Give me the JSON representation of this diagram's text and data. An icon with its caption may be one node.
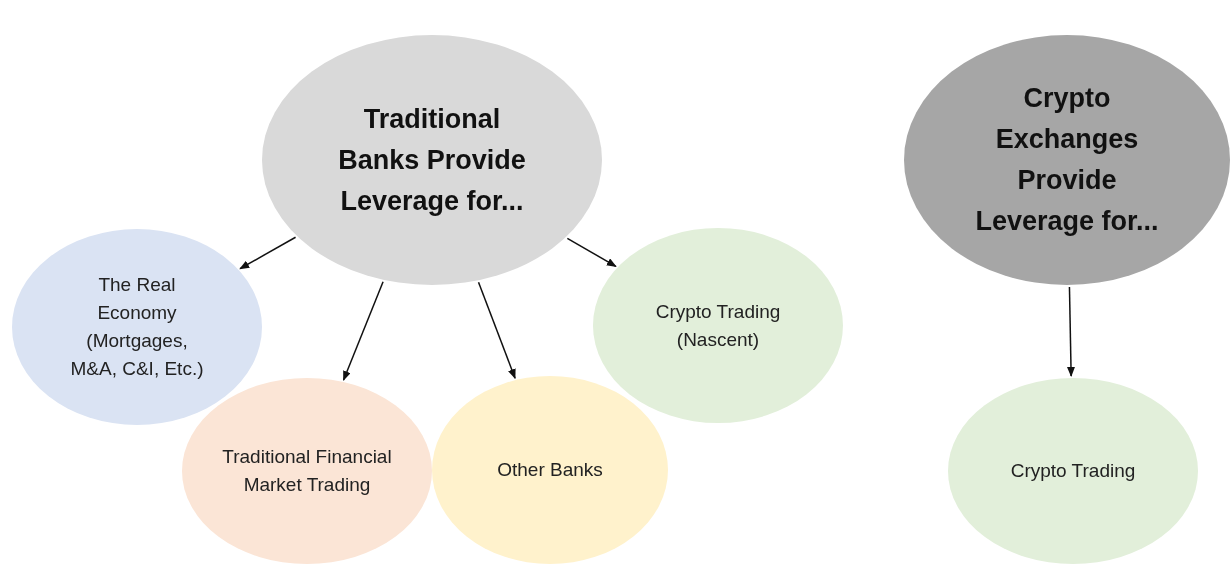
{
  "diagram": {
    "nodes": [
      {
        "text": [
          "Traditional Banks Provide Leverage for..."
        ]
      },
      {
        "text": [
          "The Real Economy (Mortgages, M&A, C&I, Etc.)"
        ]
      },
      {
        "text": [
          "Traditional Financial Market Trading"
        ]
      },
      {
        "text": [
          "Other Banks"
        ]
      },
      {
        "text": [
          "Crypto Trading (Nascent)"
        ]
      },
      {
        "text": [
          "Crypto Exchanges Provide Leverage for..."
        ]
      },
      {
        "text": [
          "Crypto Trading"
        ]
      }
    ],
    "edges": [
      {
        "from": 0,
        "to": 1,
        "arrow": "to"
      },
      {
        "from": 0,
        "to": 2,
        "arrow": "to"
      },
      {
        "from": 0,
        "to": 3,
        "arrow": "to"
      },
      {
        "from": 0,
        "to": 4,
        "arrow": "to"
      },
      {
        "from": 5,
        "to": 6,
        "arrow": "to"
      }
    ]
  }
}
